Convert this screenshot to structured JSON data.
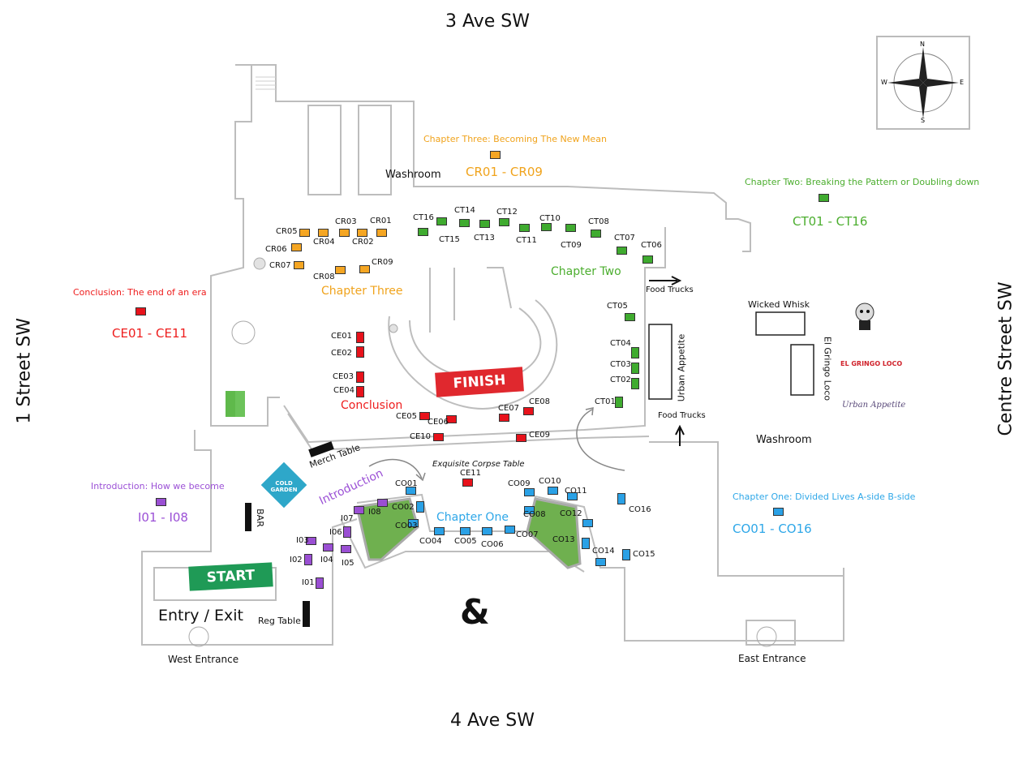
{
  "streets": {
    "north": "3 Ave SW",
    "south": "4 Ave SW",
    "west": "1 Street SW",
    "east": "Centre Street SW"
  },
  "compass": {
    "n": "N",
    "s": "S",
    "e": "E",
    "w": "W",
    "icon": "compass-rose-icon"
  },
  "banners": {
    "start": "START",
    "finish": "FINISH"
  },
  "labels": {
    "washroom_north": "Washroom",
    "washroom_east": "Washroom",
    "food_trucks_1": "Food Trucks",
    "food_trucks_2": "Food Trucks",
    "wicked_whisk": "Wicked Whisk",
    "urban_appetite": "Urban Appetite",
    "el_gringo_loco": "El Gringo Loco",
    "merch_table": "Merch Table",
    "bar": "BAR",
    "reg_table": "Reg Table",
    "entry_exit": "Entry / Exit",
    "west_entrance": "West Entrance",
    "east_entrance": "East Entrance",
    "exquisite": "Exquisite Corpse Table",
    "ampersand": "&",
    "cold_garden": "COLD GARDEN",
    "gringo_logo": "EL GRINGO LOCO",
    "urban_logo": "Urban Appetite"
  },
  "sections": {
    "chapter_three": {
      "title": "Chapter Three: Becoming The New Mean",
      "range": "CR01 - CR09",
      "area": "Chapter Three",
      "color": "#f0a31c"
    },
    "chapter_two": {
      "title": "Chapter Two: Breaking the Pattern or Doubling down",
      "range": "CT01 - CT16",
      "area": "Chapter Two",
      "color": "#4cae2f"
    },
    "conclusion": {
      "title": "Conclusion: The end of an era",
      "range": "CE01 - CE11",
      "area": "Conclusion",
      "color": "#ee1d1d"
    },
    "introduction": {
      "title": "Introduction: How we become",
      "range": "I01 - I08",
      "area": "Introduction",
      "color": "#9b50d6"
    },
    "chapter_one": {
      "title": "Chapter One: Divided Lives A-side B-side",
      "range": "CO01 - CO16",
      "area": "Chapter One",
      "color": "#2ea7e8"
    }
  },
  "booths": {
    "cr": [
      "CR01",
      "CR02",
      "CR03",
      "CR04",
      "CR05",
      "CR06",
      "CR07",
      "CR08",
      "CR09"
    ],
    "ct": [
      "CT01",
      "CT02",
      "CT03",
      "CT04",
      "CT05",
      "CT06",
      "CT07",
      "CT08",
      "CT09",
      "CT10",
      "CT11",
      "CT12",
      "CT13",
      "CT14",
      "CT15",
      "CT16"
    ],
    "ce": [
      "CE01",
      "CE02",
      "CE03",
      "CE04",
      "CE05",
      "CE06",
      "CE07",
      "CE08",
      "CE09",
      "CE10",
      "CE11"
    ],
    "i": [
      "I01",
      "I02",
      "I03",
      "I04",
      "I05",
      "I06",
      "I07",
      "I08"
    ],
    "co": [
      "CO01",
      "CO02",
      "CO03",
      "CO04",
      "CO05",
      "CO06",
      "CO07",
      "CO08",
      "CO09",
      "CO10",
      "CO11",
      "CO12",
      "CO13",
      "CO14",
      "CO15",
      "CO16"
    ]
  }
}
